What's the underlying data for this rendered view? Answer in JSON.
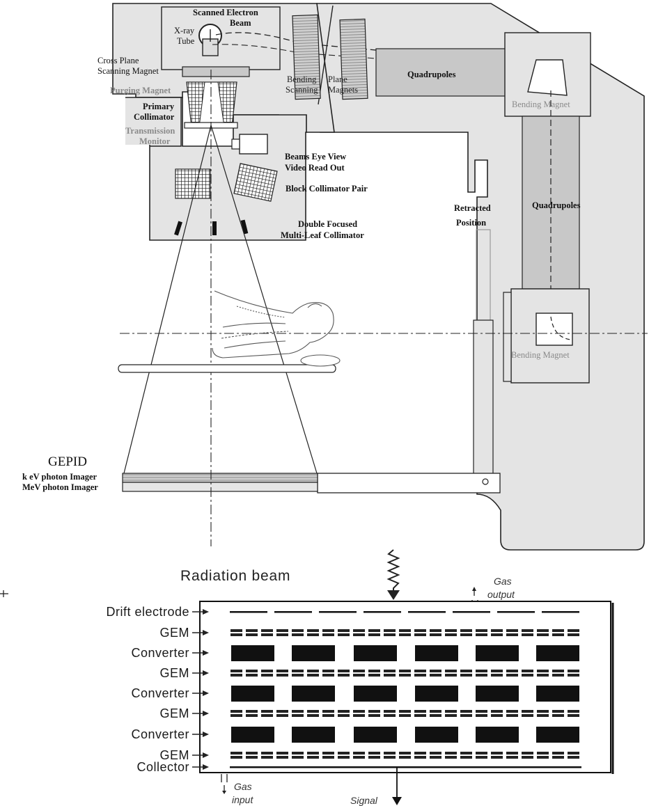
{
  "top_diagram": {
    "labels": {
      "scanned_electron_beam": [
        "Scanned Electron",
        "Beam"
      ],
      "xray_tube": [
        "X-ray",
        "Tube"
      ],
      "cross_plane_magnet": [
        "Cross Plane",
        "Scanning Magnet"
      ],
      "bending_scanning": [
        "Bending",
        "Scanning"
      ],
      "plane_magnets": [
        "Plane",
        "Magnets"
      ],
      "quadrupoles_top": "Quadrupoles",
      "bending_magnet_top": "Bending Magnet",
      "purging_magnet": "Purging Magnet",
      "primary_collimator": [
        "Primary",
        "Collimator"
      ],
      "transmission_monitor": [
        "Transmission",
        "Monitor"
      ],
      "beams_eye_view": [
        "Beams Eye View",
        "Video Read Out"
      ],
      "block_collimator_pair": "Block Collimator Pair",
      "double_focused_mlc": [
        "Double Focused",
        "Multi-Leaf Collimator"
      ],
      "retracted_position": [
        "Retracted",
        "Position"
      ],
      "quadrupoles_right": "Quadrupoles",
      "bending_magnet_bottom": "Bending Magnet",
      "gepid": "GEPID",
      "kev_imager": "k eV photon Imager",
      "mev_imager": "MeV photon Imager"
    }
  },
  "bottom_diagram": {
    "radiation_beam": "Radiation beam",
    "gas_output": [
      "Gas",
      "output"
    ],
    "gas_input": [
      "Gas",
      "input"
    ],
    "signal": "Signal",
    "layers": [
      "Drift electrode",
      "GEM",
      "Converter",
      "GEM",
      "Converter",
      "GEM",
      "Converter",
      "GEM",
      "Collector"
    ]
  },
  "colors": {
    "housing_fill": "#e4e4e4",
    "magnet_fill": "#c8c8c8",
    "line": "#222222",
    "grey_text": "#8a8a8a"
  }
}
